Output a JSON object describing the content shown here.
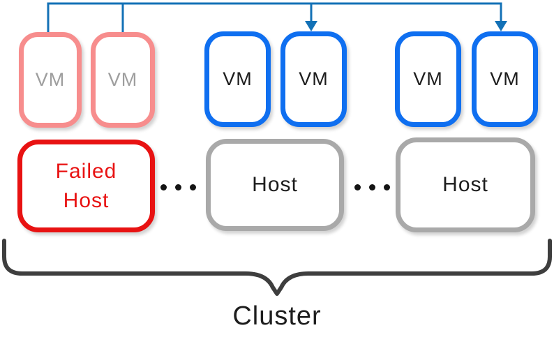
{
  "diagram": {
    "type": "ha-cluster-failover-diagram",
    "cluster_label": "Cluster",
    "failed_host": {
      "label": "Failed Host",
      "vms": [
        {
          "label": "VM"
        },
        {
          "label": "VM"
        }
      ]
    },
    "hosts": [
      {
        "label": "Host",
        "vms": [
          {
            "label": "VM"
          },
          {
            "label": "VM"
          }
        ]
      },
      {
        "label": "Host",
        "vms": [
          {
            "label": "VM"
          },
          {
            "label": "VM"
          }
        ]
      }
    ],
    "separators": {
      "type": "ellipsis-dots",
      "count": 3
    },
    "connectors": {
      "description": "failover-arrows-from-failed-vms-to-other-hosts",
      "arrow_count": 2
    },
    "colors": {
      "connector_blue": "#1371b6",
      "vm_blue": "#0f6ff0",
      "vm_pink": "#f78d8d",
      "failed_red": "#e81212",
      "host_gray": "#a9a9a9",
      "brace_dark": "#3e3e3e",
      "vm_text_dim": "#9e9e9e",
      "text_dark": "#1d1d1d",
      "dot_black": "#141414"
    }
  }
}
